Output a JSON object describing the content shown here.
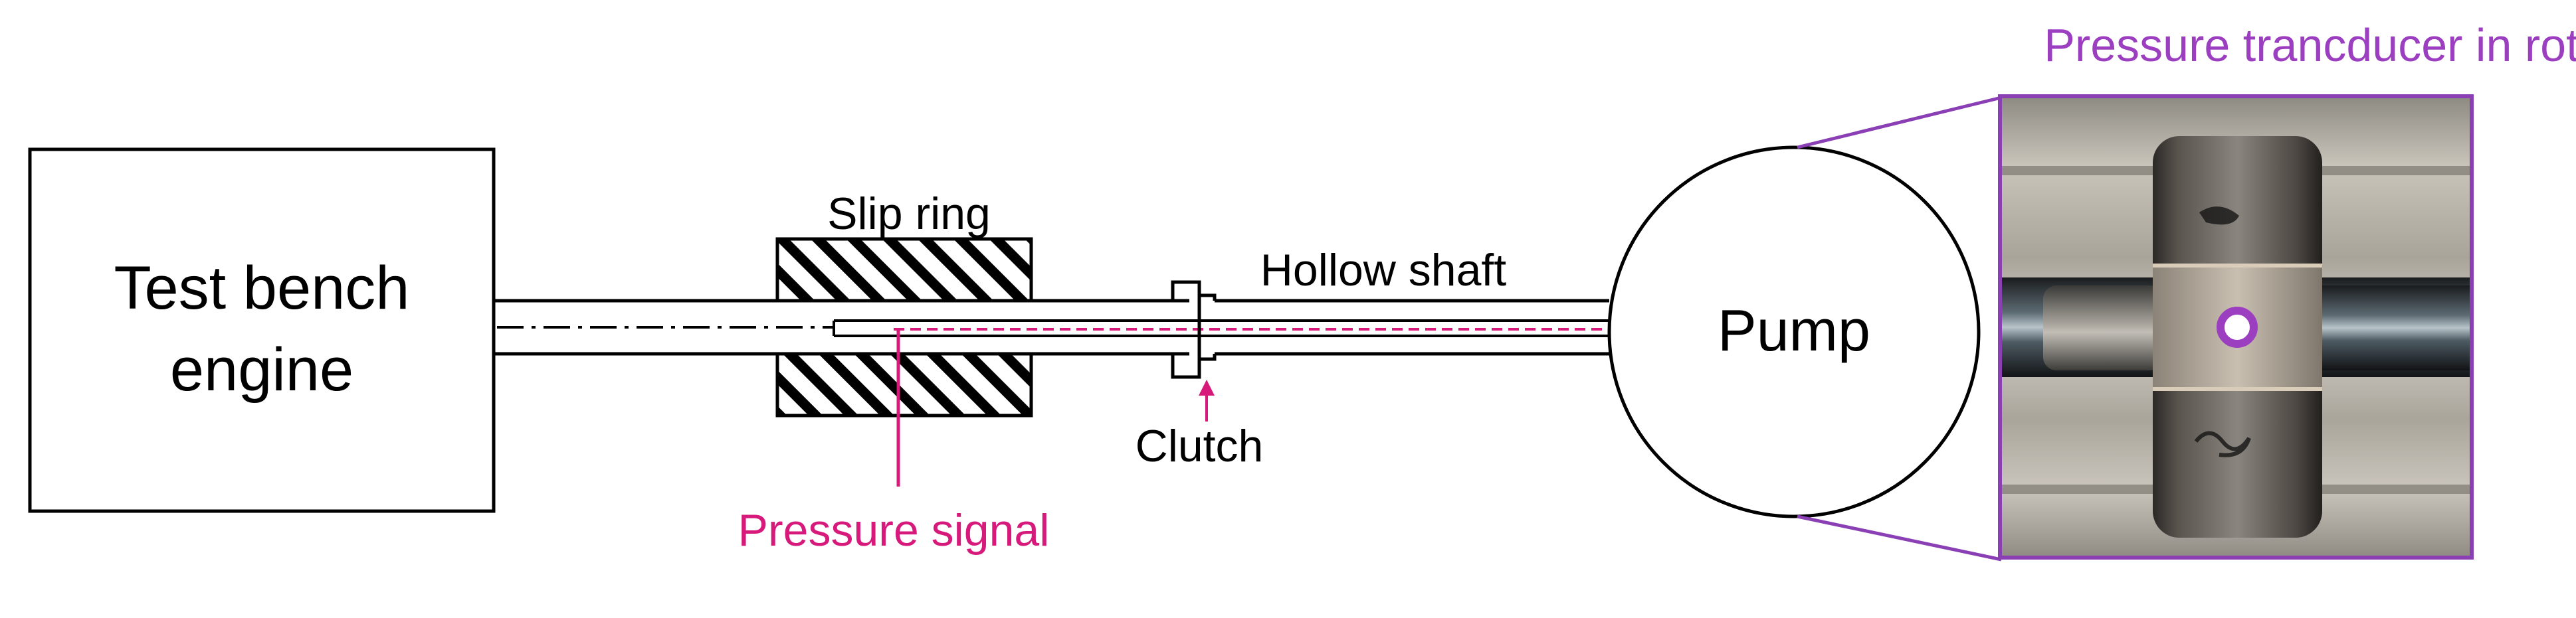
{
  "labels": {
    "engine_line1": "Test bench",
    "engine_line2": "engine",
    "slip_ring": "Slip ring",
    "hollow_shaft": "Hollow shaft",
    "clutch": "Clutch",
    "pump": "Pump",
    "pressure_signal": "Pressure signal",
    "transducer": "Pressure trancducer in rotor"
  },
  "colors": {
    "stroke": "#000000",
    "signal": "#d6197a",
    "transducer": "#9b3fc0",
    "photo_frame": "#8a3fb5"
  }
}
